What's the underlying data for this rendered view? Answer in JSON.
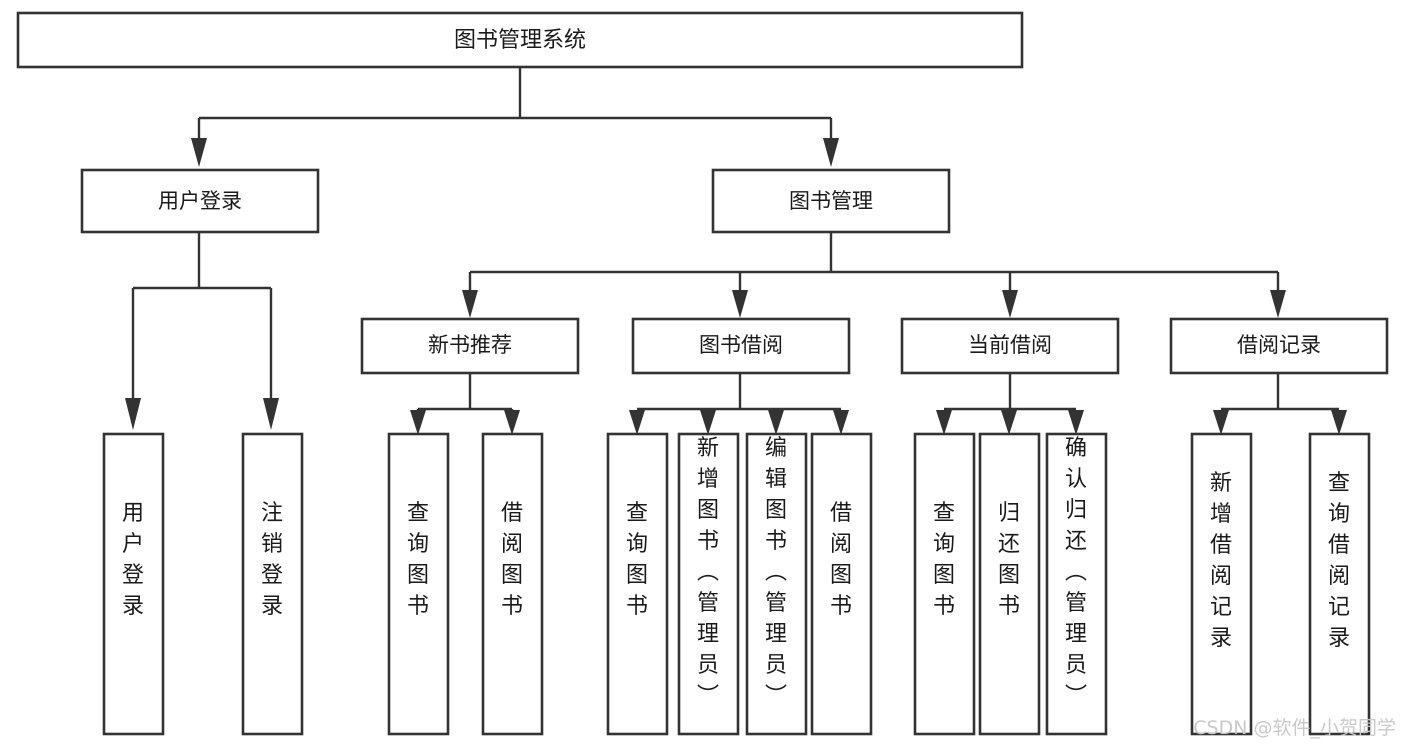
{
  "diagram": {
    "type": "hierarchy-tree",
    "title": "图书管理系统",
    "orientation": "top-down",
    "watermark": "CSDN @软件_小贺同学",
    "colors": {
      "box_stroke": "#333333",
      "box_fill": "#ffffff",
      "connector": "#333333",
      "text": "#1a1a1a",
      "watermark": "#c9c9c9",
      "background": "#ffffff"
    }
  },
  "nodes": {
    "root": {
      "label": "图书管理系统"
    },
    "level2": [
      {
        "label": "用户登录"
      },
      {
        "label": "图书管理"
      }
    ],
    "level3": [
      {
        "label": "新书推荐"
      },
      {
        "label": "图书借阅"
      },
      {
        "label": "当前借阅"
      },
      {
        "label": "借阅记录"
      }
    ],
    "leaves": {
      "user_login": [
        {
          "label": "用户登录"
        },
        {
          "label": "注销登录"
        }
      ],
      "new_book": [
        {
          "label": "查询图书"
        },
        {
          "label": "借阅图书"
        }
      ],
      "book_borrow": [
        {
          "label": "查询图书"
        },
        {
          "label": "新增图书（管理员）"
        },
        {
          "label": "编辑图书（管理员）"
        },
        {
          "label": "借阅图书"
        }
      ],
      "current_borrow": [
        {
          "label": "查询图书"
        },
        {
          "label": "归还图书"
        },
        {
          "label": "确认归还（管理员）"
        }
      ],
      "borrow_record": [
        {
          "label": "新增借阅记录"
        },
        {
          "label": "查询借阅记录"
        }
      ]
    }
  }
}
